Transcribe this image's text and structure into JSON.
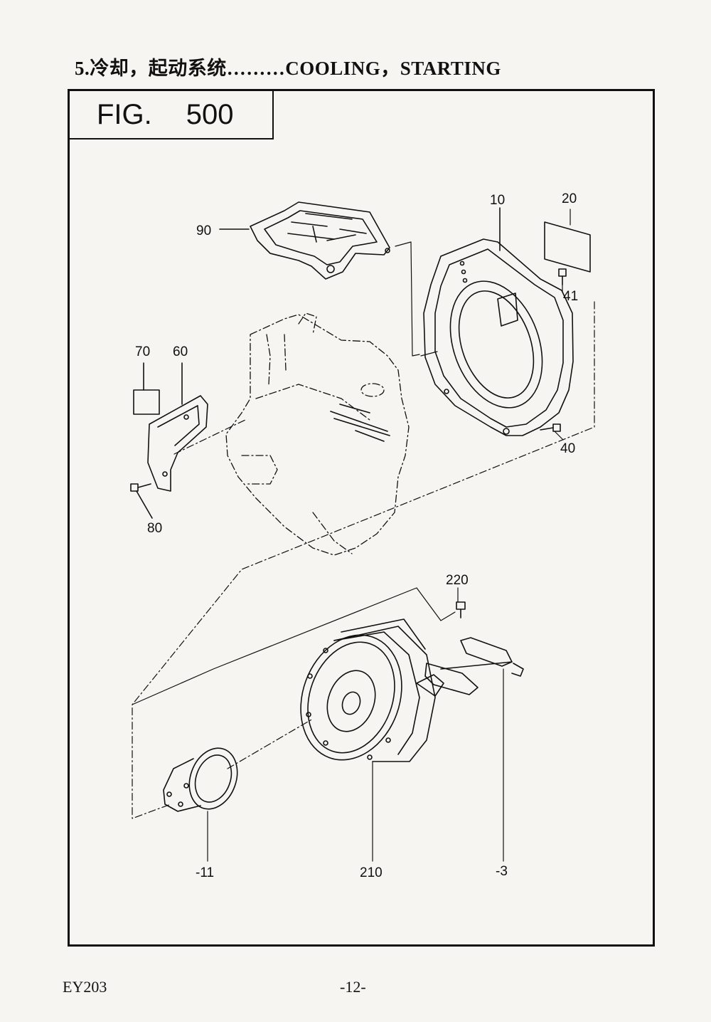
{
  "page": {
    "section_heading": "5.冷却，起动系统………COOLING，STARTING",
    "figure": {
      "prefix": "FIG.",
      "number": "500"
    },
    "footer": {
      "model": "EY203",
      "page_number": "-12-"
    }
  },
  "parts": {
    "p10": "10",
    "p20": "20",
    "p41": "41",
    "p40": "40",
    "p90": "90",
    "p70": "70",
    "p60": "60",
    "p80": "80",
    "p220": "220",
    "pm11": "-11",
    "p210": "210",
    "pm3": "-3"
  }
}
